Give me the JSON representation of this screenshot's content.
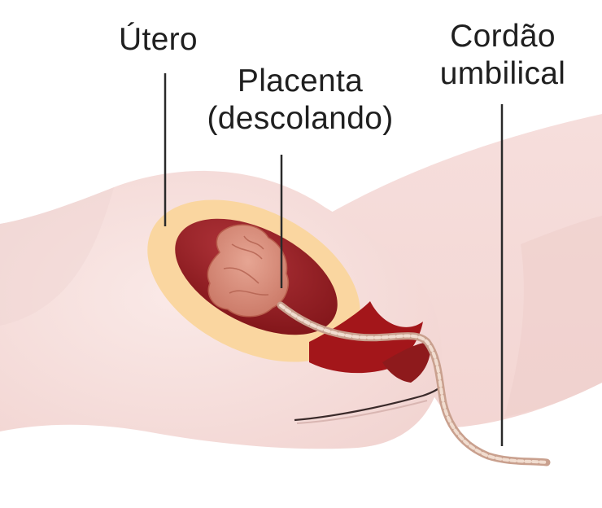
{
  "labels": {
    "uterus": "Útero",
    "placenta_line1": "Placenta",
    "placenta_line2": "(descolando)",
    "cord_line1": "Cordão",
    "cord_line2": "umbilical"
  },
  "colors": {
    "skin": "#f7e3e1",
    "skin_shadow": "#efd0cd",
    "uterus_wall": "#fad6a0",
    "uterine_cavity": "#8e1a1c",
    "blood": "#a3161a",
    "placenta": "#d98f7c",
    "cord": "#ead1c0",
    "leader_line": "#2a2a2a"
  }
}
